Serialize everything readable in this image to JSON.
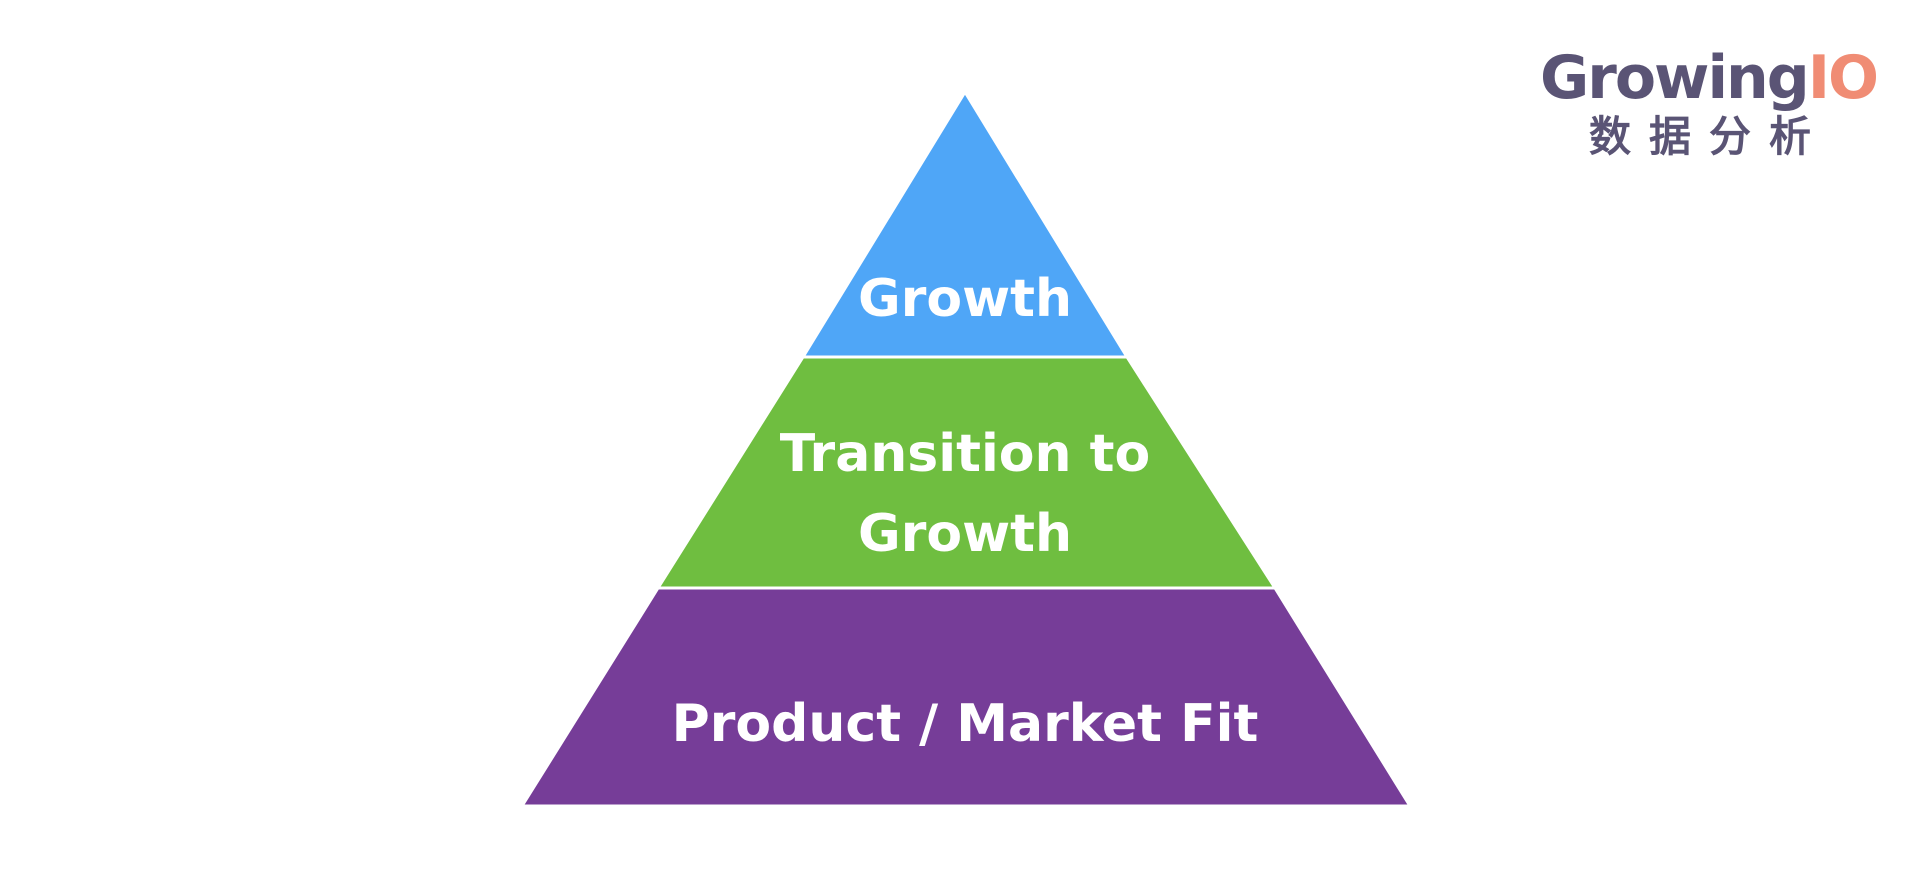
{
  "pyramid": {
    "tiers": [
      {
        "id": "top",
        "lines": [
          "Growth"
        ],
        "color": "#4fa6f7"
      },
      {
        "id": "middle",
        "lines": [
          "Transition to",
          "Growth"
        ],
        "color": "#6fbe40"
      },
      {
        "id": "base",
        "lines": [
          "Product / Market Fit"
        ],
        "color": "#763d98"
      }
    ]
  },
  "logo": {
    "word_main": "Growing",
    "word_accent": "IO",
    "subtitle": "数据分析",
    "main_color": "#5a5475",
    "accent_color": "#f08c74"
  }
}
